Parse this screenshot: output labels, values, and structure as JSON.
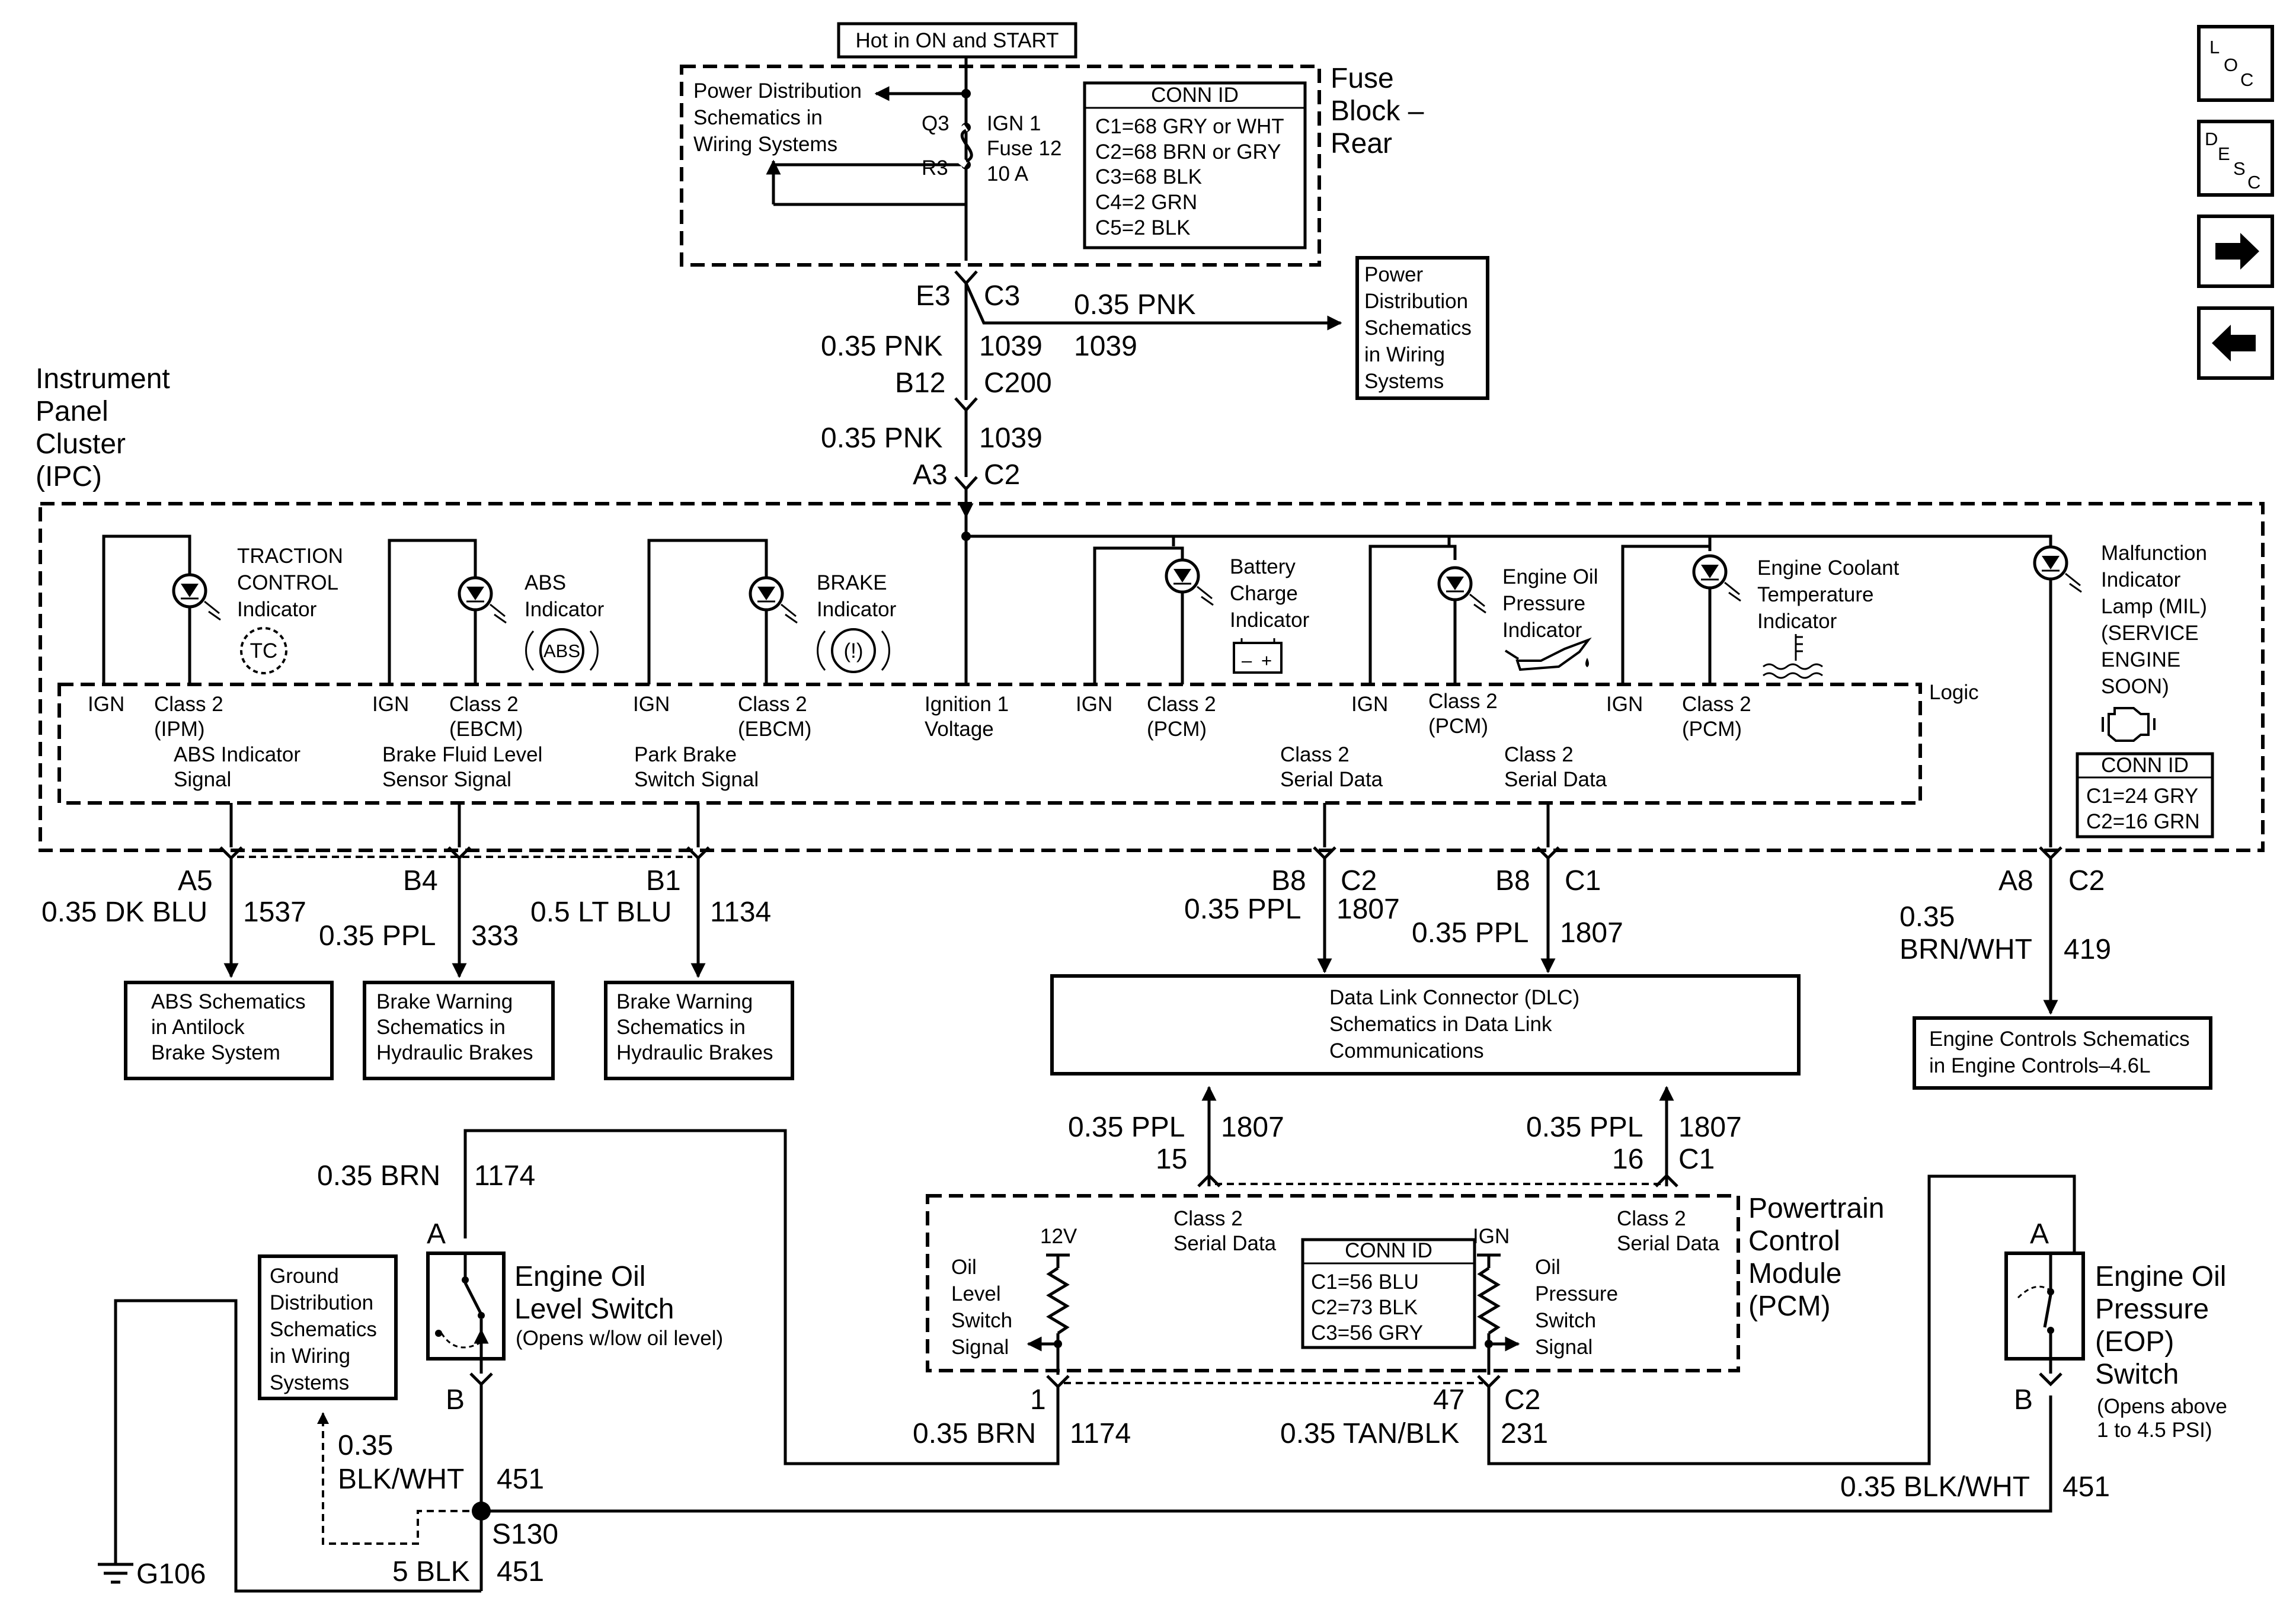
{
  "nav": {
    "loc": {
      "l1": "L",
      "l2": "O",
      "l3": "C"
    },
    "desc": {
      "l1": "D",
      "l2": "E",
      "l3": "S",
      "l4": "C"
    }
  },
  "top": {
    "hot_label": "Hot in ON and START",
    "fuse_block": [
      "Fuse",
      "Block –",
      "Rear"
    ],
    "pds_left": [
      "Power Distribution",
      "Schematics in",
      "Wiring Systems"
    ],
    "q3": "Q3",
    "r3": "R3",
    "fuse": [
      "IGN 1",
      "Fuse 12",
      "10 A"
    ],
    "conn_title": "CONN ID",
    "conn": [
      "C1=68 GRY or WHT",
      "C2=68 BRN or GRY",
      "C3=68 BLK",
      "C4=2 GRN",
      "C5=2 BLK"
    ],
    "e3": "E3",
    "c3": "C3",
    "branch_wire": "0.35 PNK",
    "branch_circuit": "1039",
    "pds_right": [
      "Power",
      "Distribution",
      "Schematics",
      "in Wiring",
      "Systems"
    ],
    "w1_wire": "0.35 PNK",
    "w1_circuit": "1039",
    "b12": "B12",
    "c200": "C200",
    "w2_wire": "0.35 PNK",
    "w2_circuit": "1039",
    "a3": "A3",
    "c2": "C2"
  },
  "ipc": {
    "title": [
      "Instrument",
      "Panel",
      "Cluster",
      "(IPC)"
    ],
    "logic": "Logic",
    "tc": {
      "label": [
        "TRACTION",
        "CONTROL",
        "Indicator"
      ],
      "symbol": "TC"
    },
    "abs": {
      "label": [
        "ABS",
        "Indicator"
      ],
      "symbol": "ABS"
    },
    "brake": {
      "label": [
        "BRAKE",
        "Indicator"
      ],
      "symbol": "(!)"
    },
    "battery": {
      "label": [
        "Battery",
        "Charge",
        "Indicator"
      ],
      "minus": "–",
      "plus": "+"
    },
    "oil": {
      "label": [
        "Engine Oil",
        "Pressure",
        "Indicator"
      ]
    },
    "coolant": {
      "label": [
        "Engine Coolant",
        "Temperature",
        "Indicator"
      ]
    },
    "mil": {
      "label": [
        "Malfunction",
        "Indicator",
        "Lamp (MIL)",
        "(SERVICE",
        "ENGINE",
        "SOON)"
      ]
    },
    "ign": "IGN",
    "class2_ipm": [
      "Class 2",
      "(IPM)"
    ],
    "class2_ebcm": [
      "Class 2",
      "(EBCM)"
    ],
    "class2_pcm": [
      "Class 2",
      "(PCM)"
    ],
    "ign1_voltage": [
      "Ignition 1",
      "Voltage"
    ],
    "abs_signal": [
      "ABS Indicator",
      "Signal"
    ],
    "bfl_signal": [
      "Brake Fluid Level",
      "Sensor Signal"
    ],
    "park_signal": [
      "Park Brake",
      "Switch Signal"
    ],
    "serial1": [
      "Class 2",
      "Serial Data"
    ],
    "serial2": [
      "Class 2",
      "Serial Data"
    ],
    "conn_title": "CONN ID",
    "conn": [
      "C1=24 GRY",
      "C2=16 GRN"
    ]
  },
  "outputs": {
    "a5": {
      "pin": "A5",
      "wire": "0.35 DK BLU",
      "circuit": "1537",
      "dest": [
        "ABS Schematics",
        "in Antilock",
        "Brake System"
      ]
    },
    "b4": {
      "pin": "B4",
      "wire": "0.35 PPL",
      "circuit": "333",
      "dest": [
        "Brake Warning",
        "Schematics in",
        "Hydraulic Brakes"
      ]
    },
    "b1": {
      "pin": "B1",
      "wire": "0.5 LT BLU",
      "circuit": "1134",
      "dest": [
        "Brake Warning",
        "Schematics in",
        "Hydraulic Brakes"
      ]
    },
    "b8c2": {
      "pin": "B8",
      "conn": "C2",
      "wire": "0.35 PPL",
      "circuit": "1807"
    },
    "b8c1": {
      "pin": "B8",
      "conn": "C1",
      "wire": "0.35 PPL",
      "circuit": "1807"
    },
    "a8": {
      "pin": "A8",
      "conn": "C2",
      "wire1": "0.35",
      "wire2": "BRN/WHT",
      "circuit": "419",
      "dest": [
        "Engine Controls Schematics",
        "in Engine Controls–4.6L"
      ]
    },
    "dlc": [
      "Data Link Connector (DLC)",
      "Schematics in Data Link",
      "Communications"
    ]
  },
  "pcm": {
    "title": [
      "Powertrain",
      "Control",
      "Module",
      "(PCM)"
    ],
    "left_wire": "0.35 PPL",
    "left_circuit": "1807",
    "left_pin": "15",
    "right_wire": "0.35 PPL",
    "right_circuit": "1807",
    "right_pin": "16",
    "right_conn": "C1",
    "serial_left": [
      "Class 2",
      "Serial Data"
    ],
    "serial_right": [
      "Class 2",
      "Serial Data"
    ],
    "v12": "12V",
    "ign": "IGN",
    "oil_level": [
      "Oil",
      "Level",
      "Switch",
      "Signal"
    ],
    "oil_press": [
      "Oil",
      "Pressure",
      "Switch",
      "Signal"
    ],
    "conn_title": "CONN ID",
    "conn": [
      "C1=56 BLU",
      "C2=73 BLK",
      "C3=56 GRY"
    ],
    "pin1": "1",
    "pin47": "47",
    "c2": "C2",
    "wire1": "0.35 BRN",
    "circuit1": "1174",
    "wire47": "0.35 TAN/BLK",
    "circuit47": "231"
  },
  "bottom": {
    "olsw_wire": "0.35 BRN",
    "olsw_circuit": "1174",
    "olsw_a": "A",
    "olsw_b": "B",
    "olsw_title": [
      "Engine Oil",
      "Level Switch"
    ],
    "olsw_note": "(Opens w/low oil level)",
    "gnd_dist": [
      "Ground",
      "Distribution",
      "Schematics",
      "in Wiring",
      "Systems"
    ],
    "gwire1": "0.35",
    "gwire2": "BLK/WHT",
    "gcircuit": "451",
    "splice": "S130",
    "blk_wire": "5 BLK",
    "blk_circuit": "451",
    "ground": "G106",
    "eop_a": "A",
    "eop_b": "B",
    "eop_title": [
      "Engine Oil",
      "Pressure",
      "(EOP)",
      "Switch"
    ],
    "eop_note": [
      "(Opens above",
      "1 to 4.5 PSI)"
    ],
    "eop_wire": "0.35 BLK/WHT",
    "eop_circuit": "451"
  }
}
